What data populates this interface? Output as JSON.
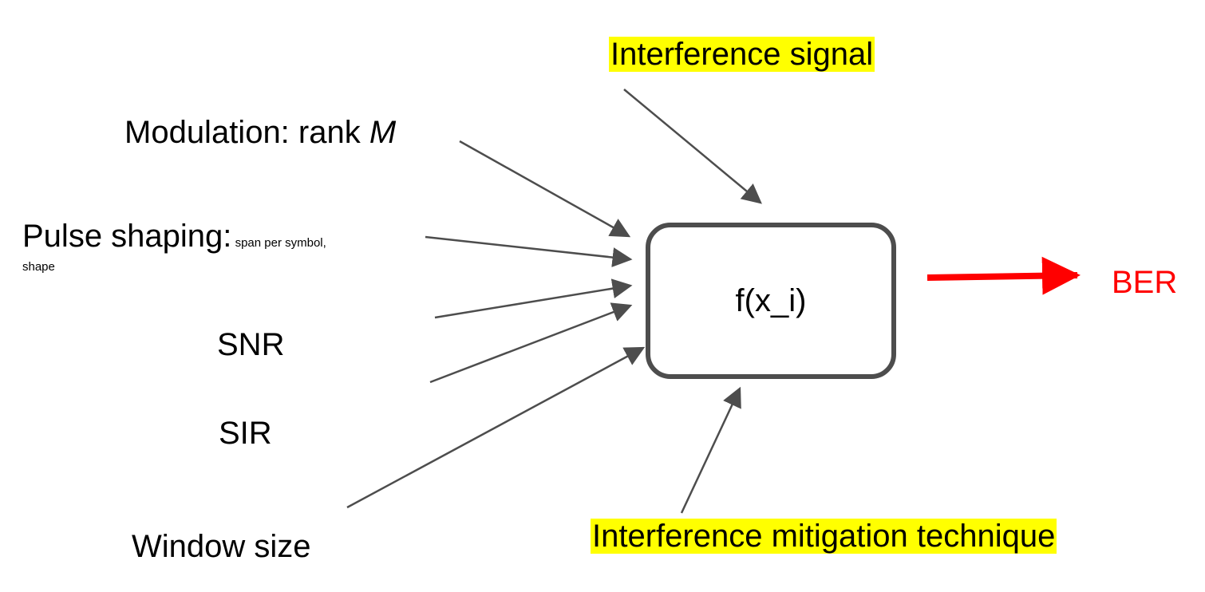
{
  "block": {
    "label": "f(x_i)"
  },
  "inputs": {
    "interference_signal": "Interference signal",
    "modulation_prefix": "Modulation: rank ",
    "modulation_symbol": "M",
    "pulse_shaping_main": "Pulse shaping:",
    "pulse_shaping_detail": " span per symbol,",
    "pulse_shaping_detail_cont": "shape",
    "snr": "SNR",
    "sir": "SIR",
    "window_size": "Window size",
    "mitigation": "Interference mitigation technique"
  },
  "output": {
    "label": "BER"
  },
  "colors": {
    "highlight": "#ffff00",
    "output_arrow": "#ff0000",
    "output_text": "#ff0000",
    "input_arrow": "#4d4d4d",
    "block_border": "#4d4d4d"
  }
}
